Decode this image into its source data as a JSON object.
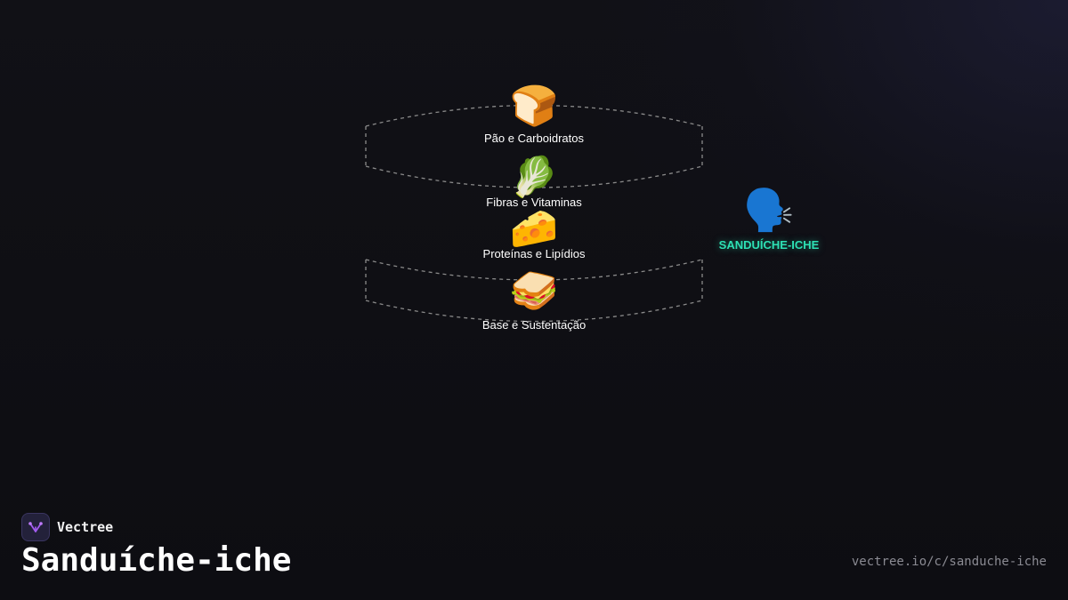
{
  "layers": [
    {
      "emoji": "🍞",
      "label": "Pão e Carboidratos"
    },
    {
      "emoji": "🥬",
      "label": "Fibras e Vitaminas"
    },
    {
      "emoji": "🧀",
      "label": "Proteínas e Lipídios"
    },
    {
      "emoji": "🥪",
      "label": "Base e Sustentação"
    }
  ],
  "sound": {
    "emoji": "🗣️",
    "label": "SANDUÍCHE-ICHE"
  },
  "footer": {
    "brand": "Vectree",
    "title": "Sanduíche-iche",
    "url": "vectree.io/c/sanduche-iche"
  },
  "colors": {
    "background": "#0f0f14",
    "accent": "#2de0b4",
    "ring": "#8a8a8a"
  }
}
